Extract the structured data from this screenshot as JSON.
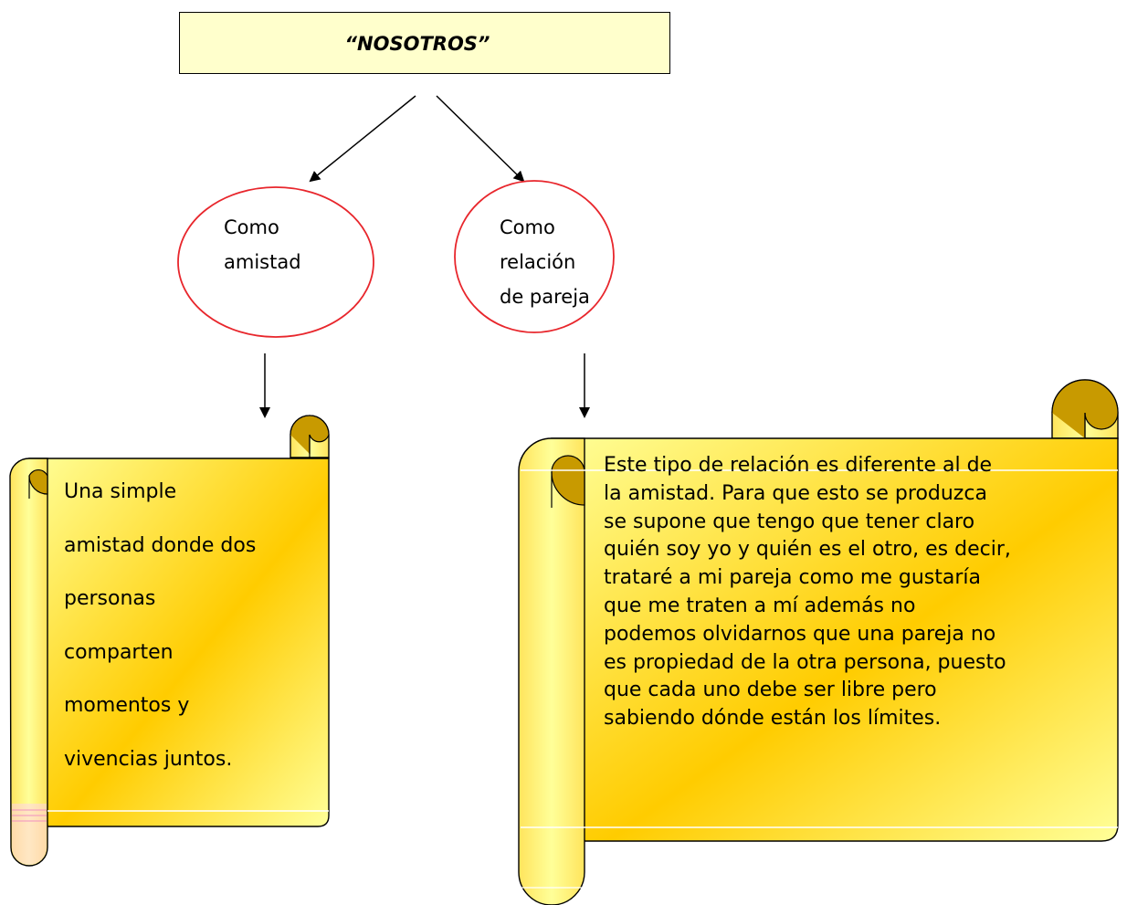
{
  "title": "“NOSOTROS”",
  "branches": [
    {
      "oval_lines": [
        "Como",
        "amistad"
      ],
      "scroll_lines": [
        "Una simple",
        "amistad donde dos",
        "personas",
        "comparten",
        "momentos y",
        "vivencias  juntos."
      ]
    },
    {
      "oval_lines": [
        "Como",
        "relación",
        "de pareja"
      ],
      "scroll_lines": [
        "Este tipo de relación es diferente al de",
        "la amistad. Para que esto se produzca",
        "se supone que tengo que tener claro",
        "quién soy yo y quién es el otro, es decir,",
        "trataré a mi pareja como me gustaría",
        "que me traten a mí además  no",
        "podemos olvidarnos que una pareja no",
        "es propiedad de la otra persona, puesto",
        "que cada uno debe ser libre pero",
        "sabiendo dónde están los  límites."
      ]
    }
  ],
  "colors": {
    "title_fill": "#ffffcc",
    "oval_stroke": "#e8262c",
    "scroll_light": "#ffff99",
    "scroll_mid": "#ffcc00",
    "scroll_curl": "#c89a00"
  }
}
